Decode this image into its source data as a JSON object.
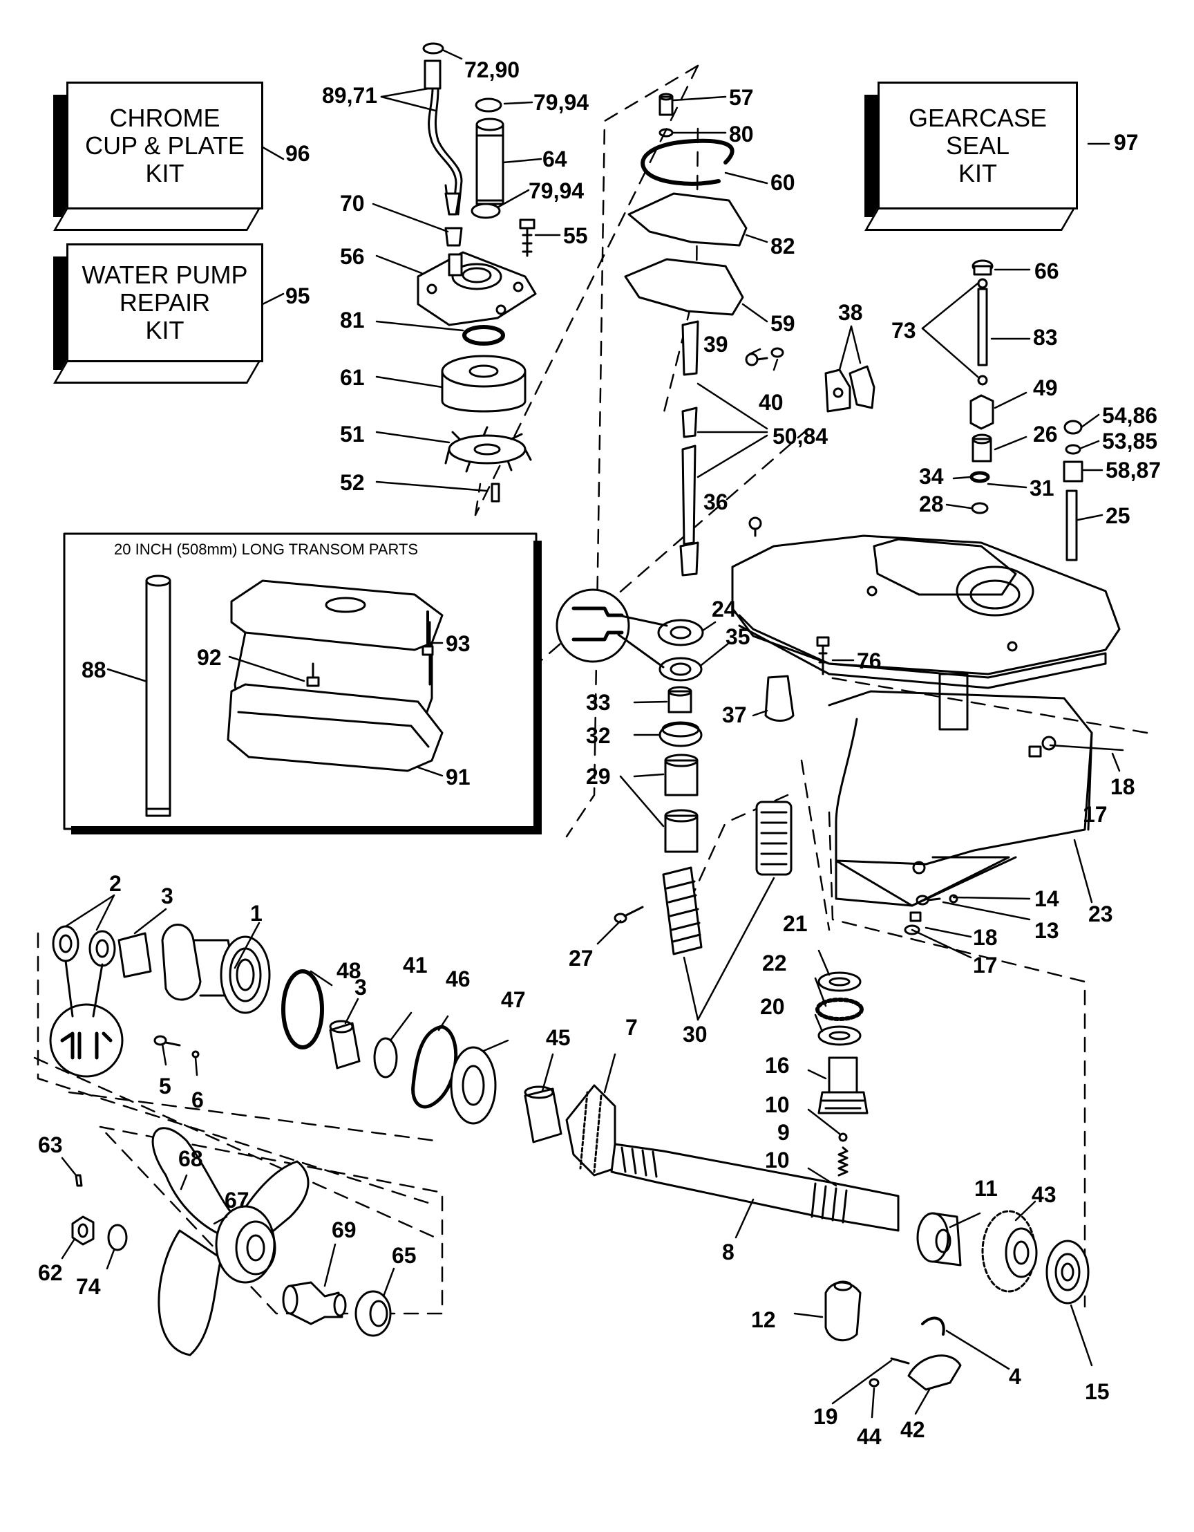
{
  "kits": {
    "chrome": "CHROME\nCUP & PLATE\nKIT",
    "water_pump": "WATER PUMP\nREPAIR\nKIT",
    "gearcase_seal": "GEARCASE\nSEAL\nKIT"
  },
  "inset": {
    "title": "20 INCH (508mm) LONG TRANSOM PARTS"
  },
  "labels": {
    "l_72_90": "72,90",
    "l_89_71": "89,71",
    "l_79_94_a": "79,94",
    "l_64": "64",
    "l_79_94_b": "79,94",
    "l_70": "70",
    "l_55": "55",
    "l_56": "56",
    "l_81": "81",
    "l_61": "61",
    "l_51": "51",
    "l_52": "52",
    "l_96": "96",
    "l_95": "95",
    "l_57": "57",
    "l_80": "80",
    "l_60": "60",
    "l_82": "82",
    "l_59": "59",
    "l_39": "39",
    "l_40": "40",
    "l_38": "38",
    "l_50_84": "50,84",
    "l_36": "36",
    "l_97": "97",
    "l_66": "66",
    "l_73": "73",
    "l_83": "83",
    "l_49": "49",
    "l_54_86": "54,86",
    "l_26": "26",
    "l_53_85": "53,85",
    "l_58_87": "58,87",
    "l_34": "34",
    "l_31": "31",
    "l_28": "28",
    "l_25": "25",
    "l_24": "24",
    "l_35": "35",
    "l_76": "76",
    "l_37": "37",
    "l_33": "33",
    "l_32": "32",
    "l_29": "29",
    "l_93": "93",
    "l_92": "92",
    "l_88": "88",
    "l_91": "91",
    "l_18a": "18",
    "l_17a": "17",
    "l_14": "14",
    "l_13": "13",
    "l_23": "23",
    "l_18b": "18",
    "l_17b": "17",
    "l_27": "27",
    "l_30": "30",
    "l_21": "21",
    "l_22": "22",
    "l_20": "20",
    "l_16": "16",
    "l_10a": "10",
    "l_9": "9",
    "l_10b": "10",
    "l_2": "2",
    "l_3a": "3",
    "l_1": "1",
    "l_48": "48",
    "l_3b": "3",
    "l_41": "41",
    "l_46": "46",
    "l_47": "47",
    "l_45": "45",
    "l_7": "7",
    "l_5": "5",
    "l_6": "6",
    "l_63": "63",
    "l_68": "68",
    "l_67": "67",
    "l_69": "69",
    "l_65": "65",
    "l_62": "62",
    "l_74": "74",
    "l_8": "8",
    "l_11": "11",
    "l_43": "43",
    "l_12": "12",
    "l_4": "4",
    "l_15": "15",
    "l_19": "19",
    "l_44": "44",
    "l_42": "42"
  }
}
